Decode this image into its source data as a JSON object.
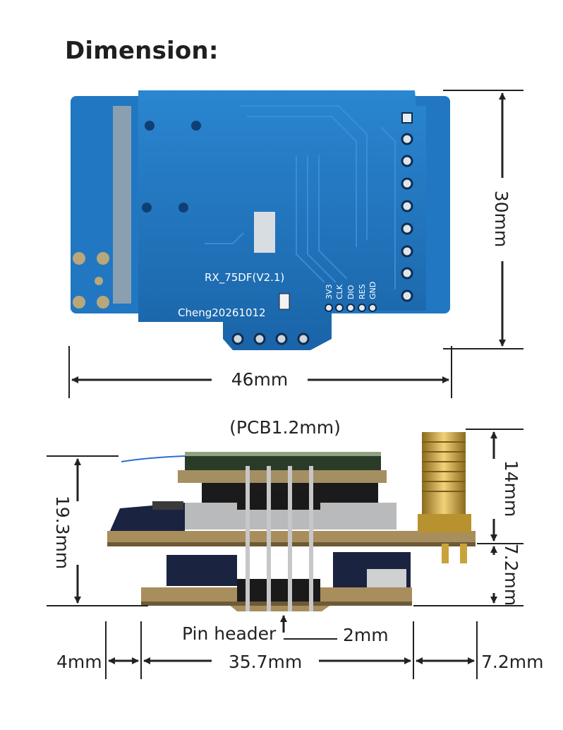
{
  "title": "Dimension:",
  "top_view": {
    "board_label": "RX_75DF(V2.1)",
    "date_label": "Cheng20261012",
    "pin_labels": [
      "3V3",
      "CLK",
      "DIO",
      "RES",
      "GND"
    ],
    "height_label": "30mm",
    "width_label": "46mm"
  },
  "side_view": {
    "pcb_label": "(PCB1.2mm)",
    "total_height_label": "19.3mm",
    "antenna_height_label": "14mm",
    "lower_height_label": "7.2mm",
    "pin_header_label": "Pin header",
    "pin_pitch_label": "2mm",
    "left_offset_label": "4mm",
    "body_width_label": "35.7mm",
    "right_offset_label": "7.2mm"
  },
  "colors": {
    "pcb_blue": "#1d6fb8",
    "pcb_dark": "#17264a",
    "gold": "#c9a23a"
  }
}
